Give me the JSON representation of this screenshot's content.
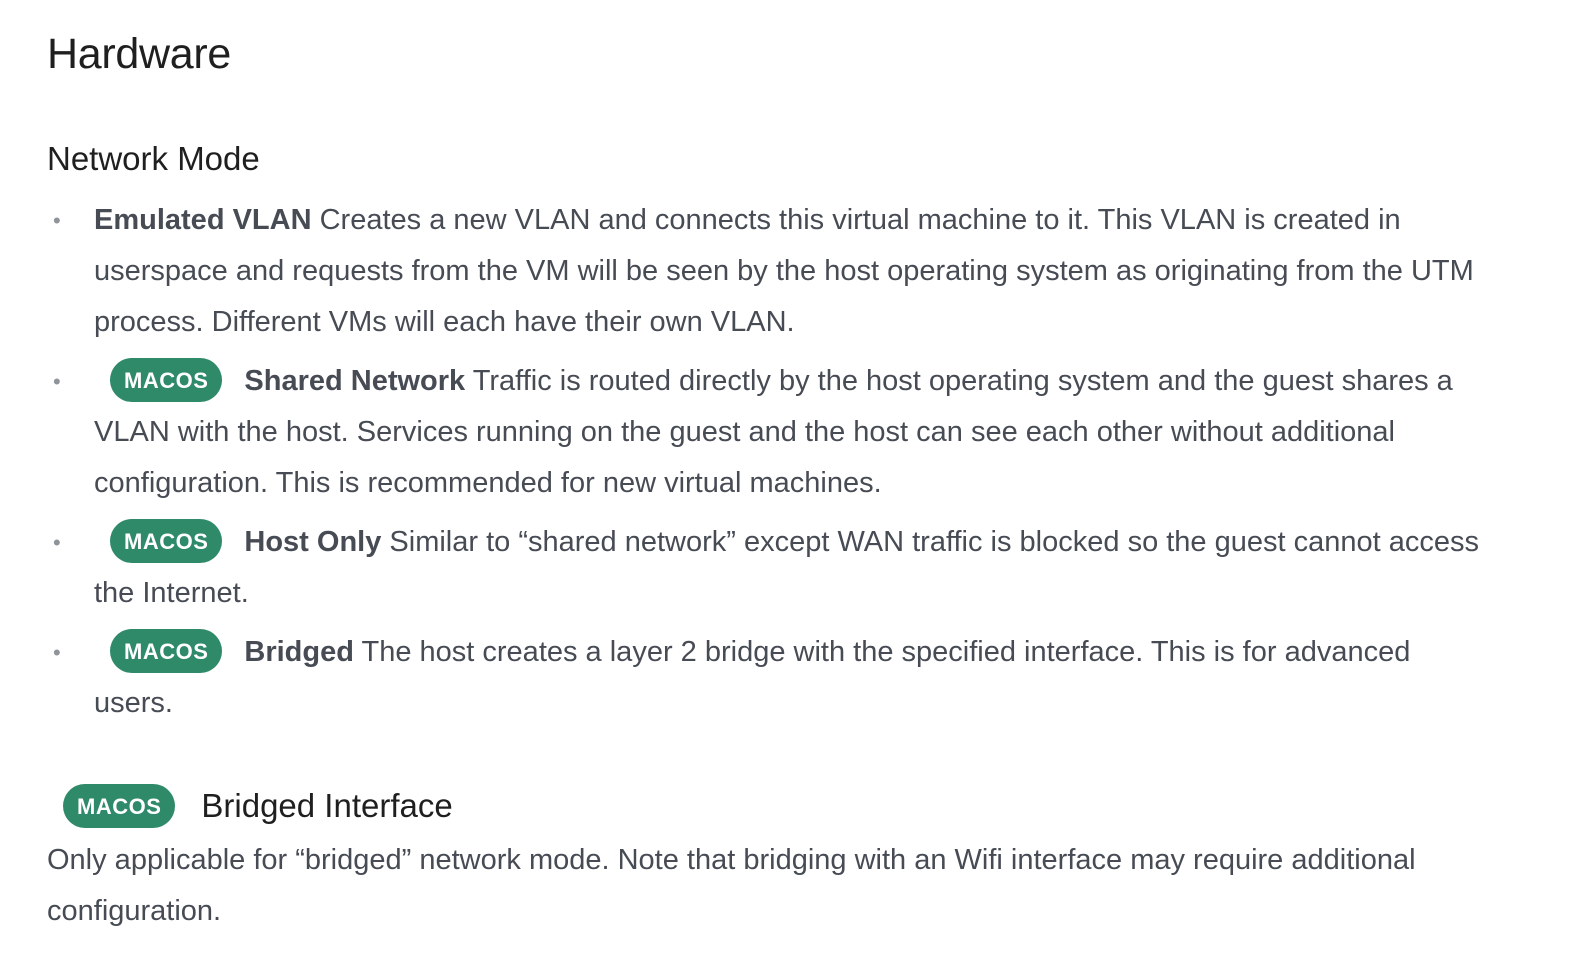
{
  "page": {
    "title": "Hardware"
  },
  "network_mode": {
    "heading": "Network Mode",
    "items": [
      {
        "badge": "",
        "term": "Emulated VLAN",
        "description": "Creates a new VLAN and connects this virtual machine to it. This VLAN is created in userspace and requests from the VM will be seen by the host operating system as originating from the UTM process. Different VMs will each have their own VLAN."
      },
      {
        "badge": "MACOS",
        "term": "Shared Network",
        "description": "Traffic is routed directly by the host operating system and the guest shares a VLAN with the host. Services running on the guest and the host can see each other without additional configuration. This is recommended for new virtual machines."
      },
      {
        "badge": "MACOS",
        "term": "Host Only",
        "description": "Similar to “shared network” except WAN traffic is blocked so the guest cannot access the Internet."
      },
      {
        "badge": "MACOS",
        "term": "Bridged",
        "description": "The host creates a layer 2 bridge with the specified interface. This is for advanced users."
      }
    ]
  },
  "bridged_interface": {
    "badge": "MACOS",
    "heading": "Bridged Interface",
    "description": "Only applicable for “bridged” network mode. Note that bridging with an Wifi interface may require additional configuration."
  },
  "colors": {
    "badge_bg": "#2f8a6a",
    "badge_text": "#ffffff",
    "heading": "#1f1f1f",
    "body_text": "#474b54"
  }
}
